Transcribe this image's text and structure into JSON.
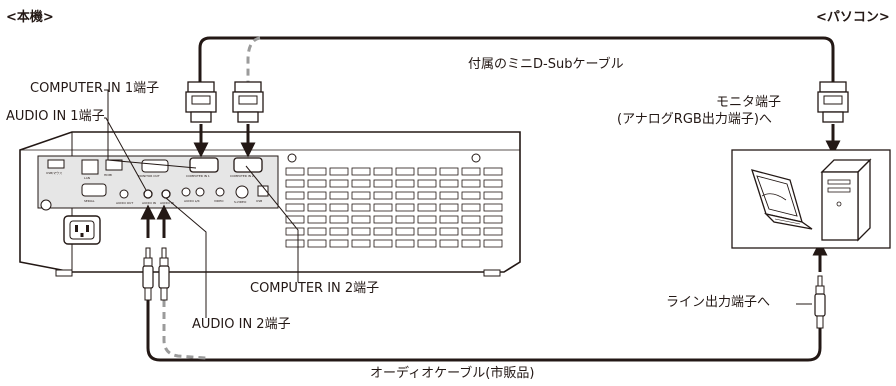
{
  "headers": {
    "left": "<本機>",
    "right": "<パソコン>"
  },
  "labels": {
    "computer_in_1": "COMPUTER IN 1端子",
    "audio_in_1": "AUDIO IN 1端子",
    "computer_in_2": "COMPUTER IN 2端子",
    "audio_in_2": "AUDIO IN 2端子",
    "dsub_cable": "付属のミニD-Subケーブル",
    "monitor_terminal_line1": "モニタ端子",
    "monitor_terminal_line2": "(アナログRGB出力端子)へ",
    "line_out": "ライン出力端子へ",
    "audio_cable": "オーディオケーブル(市販品)"
  },
  "panel_labels": {
    "usb": "USB/マウス",
    "lan": "LAN",
    "hdmi": "HDMI",
    "serial": "SERIAL",
    "monitor_out": "MONITOR OUT",
    "computer_in_1": "COMPUTER IN 1",
    "computer_in_2": "COMPUTER IN 2",
    "audio_out": "AUDIO OUT",
    "audio_in_1": "AUDIO IN",
    "audio_in_2": "AUDIO IN",
    "audio_lr": "AUDIO L/R",
    "video": "VIDEO",
    "s_video": "S-VIDEO",
    "usb_b": "USB"
  },
  "colors": {
    "line": "#231815",
    "dashed": "#9b9b9b",
    "device_fill": "#ffffff",
    "panel_fill": "#e6e6e6"
  }
}
